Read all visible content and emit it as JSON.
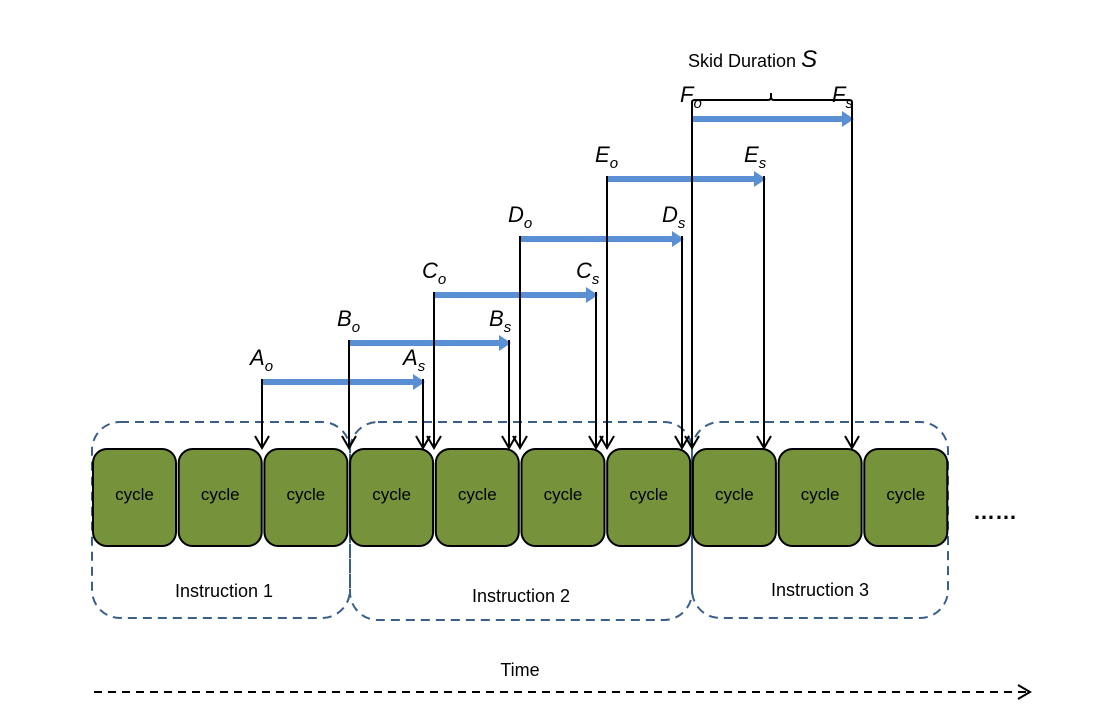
{
  "cycle_label": "cycle",
  "instructions": [
    {
      "label": "Instruction 1"
    },
    {
      "label": "Instruction 2"
    },
    {
      "label": "Instruction 3"
    }
  ],
  "timing": [
    {
      "origin": "A",
      "origin_sub": "o",
      "end": "A",
      "end_sub": "s"
    },
    {
      "origin": "B",
      "origin_sub": "o",
      "end": "B",
      "end_sub": "s"
    },
    {
      "origin": "C",
      "origin_sub": "o",
      "end": "C",
      "end_sub": "s"
    },
    {
      "origin": "D",
      "origin_sub": "o",
      "end": "D",
      "end_sub": "s"
    },
    {
      "origin": "E",
      "origin_sub": "o",
      "end": "E",
      "end_sub": "s"
    },
    {
      "origin": "F",
      "origin_sub": "o",
      "end": "F",
      "end_sub": "s"
    }
  ],
  "skid": {
    "label": "Skid Duration ",
    "symbol": "S"
  },
  "ellipsis": "……",
  "time_label": "Time",
  "colors": {
    "cycle_fill": "#76933C",
    "arrow_blue": "#5B8FD4",
    "instruction_border": "#3A5F8A"
  }
}
